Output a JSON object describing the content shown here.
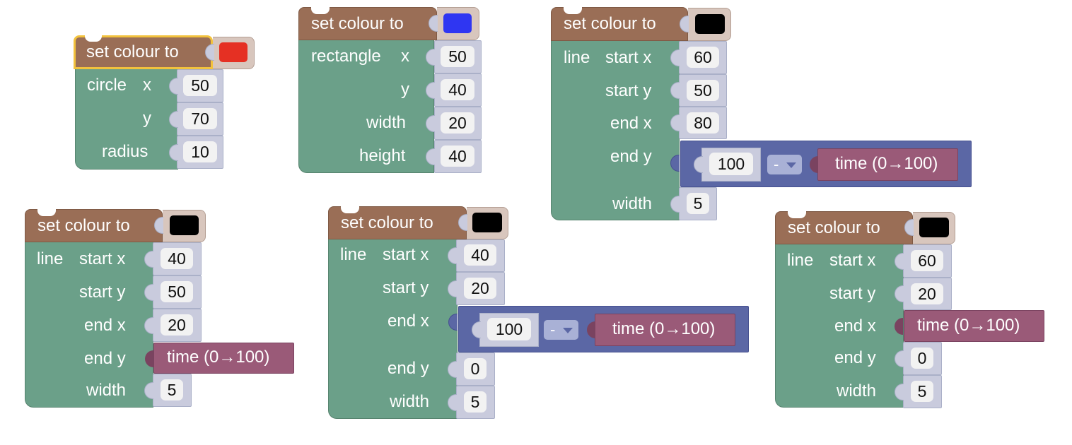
{
  "header_label": "set colour to",
  "swatch_colors": {
    "red": "#e53023",
    "blue": "#2f36f2",
    "black": "#000000"
  },
  "blocks": {
    "circle": {
      "shape": "circle",
      "x_label": "x",
      "y_label": "y",
      "radius_label": "radius",
      "x": "50",
      "y": "70",
      "radius": "10"
    },
    "rect": {
      "shape": "rectangle",
      "x_label": "x",
      "y_label": "y",
      "width_label": "width",
      "height_label": "height",
      "x": "50",
      "y": "40",
      "width": "20",
      "height": "40"
    },
    "line1": {
      "shape": "line",
      "start_x_label": "start x",
      "start_y_label": "start y",
      "end_x_label": "end x",
      "end_y_label": "end y",
      "width_label": "width",
      "start_x": "60",
      "start_y": "50",
      "end_x": "80",
      "end_y_minuend": "100",
      "end_y_op": "-",
      "end_y_time": "time (0→100)",
      "width": "5"
    },
    "line2": {
      "shape": "line",
      "start_x_label": "start x",
      "start_y_label": "start y",
      "end_x_label": "end x",
      "end_y_label": "end y",
      "width_label": "width",
      "start_x": "40",
      "start_y": "50",
      "end_x": "20",
      "end_y_time": "time (0→100)",
      "width": "5"
    },
    "line3": {
      "shape": "line",
      "start_x_label": "start x",
      "start_y_label": "start y",
      "end_x_label": "end x",
      "end_y_label": "end y",
      "width_label": "width",
      "start_x": "40",
      "start_y": "20",
      "end_x_minuend": "100",
      "end_x_op": "-",
      "end_x_time": "time (0→100)",
      "end_y": "0",
      "width": "5"
    },
    "line4": {
      "shape": "line",
      "start_x_label": "start x",
      "start_y_label": "start y",
      "end_x_label": "end x",
      "end_y_label": "end y",
      "width_label": "width",
      "start_x": "60",
      "start_y": "20",
      "end_x_time": "time (0→100)",
      "end_y": "0",
      "width": "5"
    }
  }
}
